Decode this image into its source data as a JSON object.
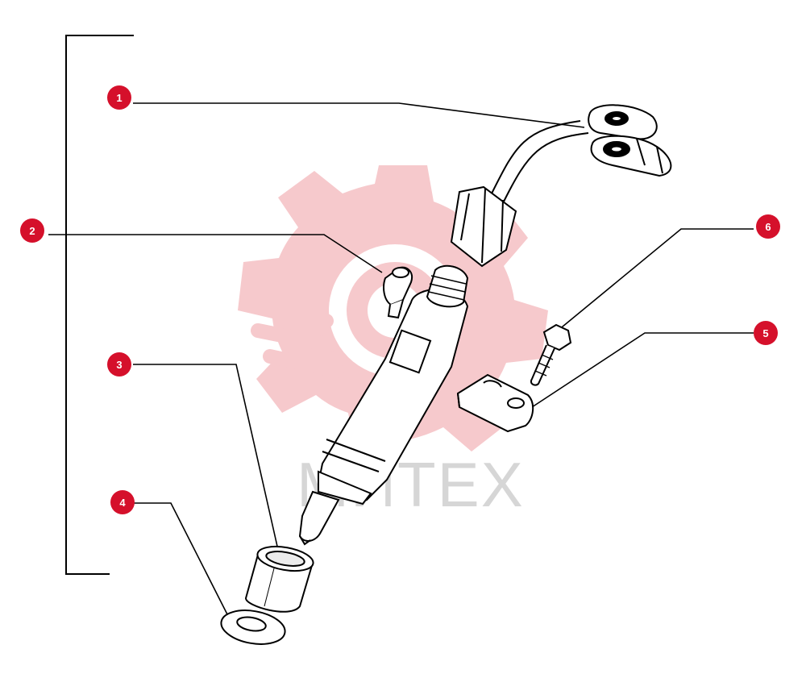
{
  "watermark": {
    "text": "МИТЕХ",
    "gear_color": "#f6c9cc",
    "text_color": "#d6d6d6"
  },
  "callout_color": "#d5102b",
  "callouts": [
    {
      "id": 1,
      "label": "1"
    },
    {
      "id": 2,
      "label": "2"
    },
    {
      "id": 3,
      "label": "3"
    },
    {
      "id": 4,
      "label": "4"
    },
    {
      "id": 5,
      "label": "5"
    },
    {
      "id": 6,
      "label": "6"
    }
  ],
  "parts": [
    {
      "id": 1,
      "icon": "banjo-fitting-icon"
    },
    {
      "id": 2,
      "icon": "leak-off-connector-icon"
    },
    {
      "id": 3,
      "icon": "sleeve-icon"
    },
    {
      "id": 4,
      "icon": "washer-icon"
    },
    {
      "id": 5,
      "icon": "clamp-icon"
    },
    {
      "id": 6,
      "icon": "bolt-icon"
    }
  ]
}
